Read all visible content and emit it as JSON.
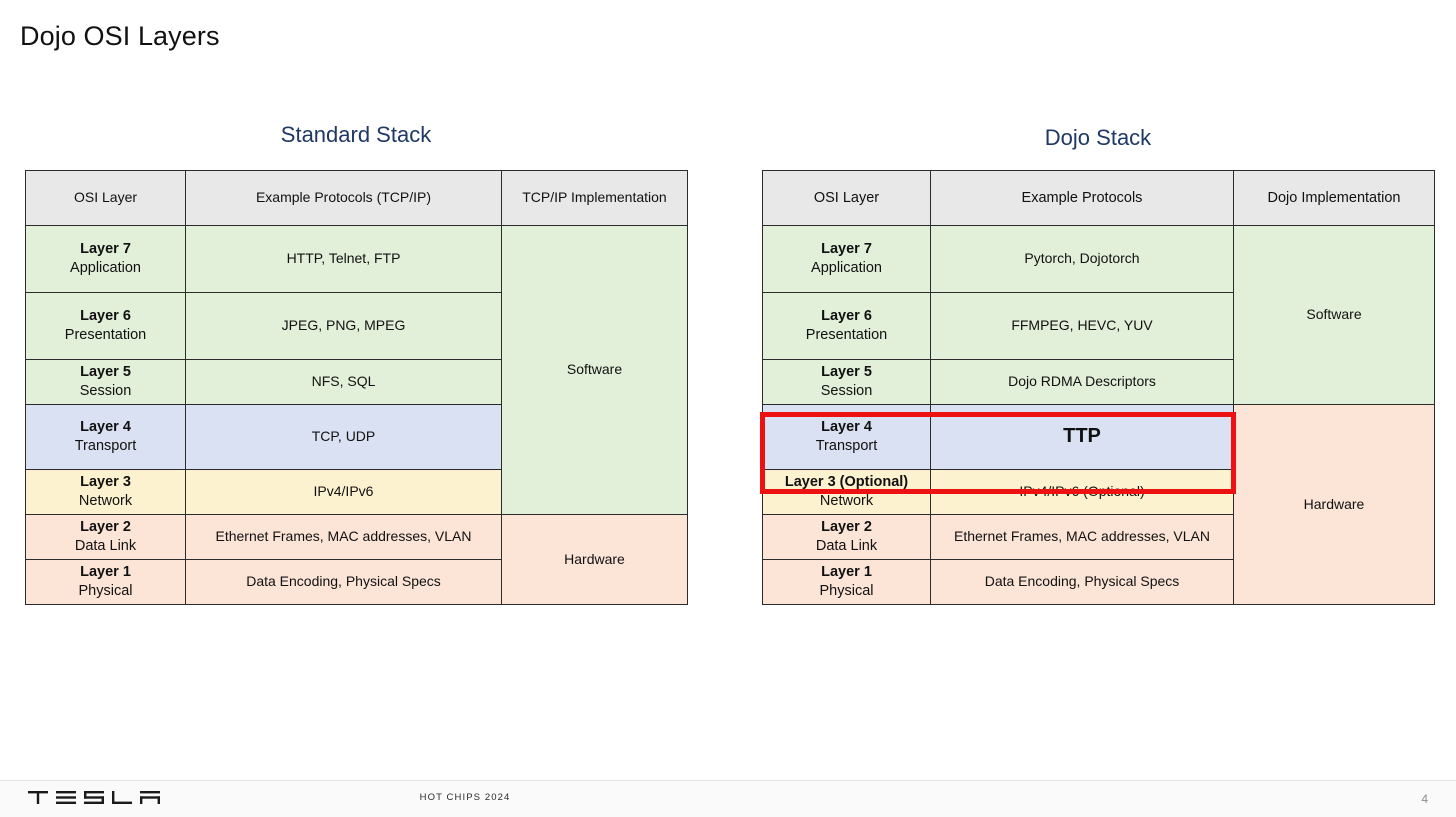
{
  "slide": {
    "title": "Dojo OSI Layers",
    "page_number": "4"
  },
  "colors": {
    "accent_red": "#ee1111",
    "title_navy": "#1f3864",
    "fill_green": "#e2efd9",
    "fill_blue": "#d9e1f2",
    "fill_yellow": "#fdf2cf",
    "fill_peach": "#fce4d6",
    "header_gray": "#e8e8e8"
  },
  "standard_stack": {
    "title": "Standard Stack",
    "headers": [
      "OSI Layer",
      "Example Protocols (TCP/IP)",
      "TCP/IP Implementation"
    ],
    "rows": [
      {
        "layer_num": "Layer 7",
        "layer_name": "Application",
        "protocols": "HTTP, Telnet, FTP"
      },
      {
        "layer_num": "Layer 6",
        "layer_name": "Presentation",
        "protocols": "JPEG, PNG, MPEG"
      },
      {
        "layer_num": "Layer 5",
        "layer_name": "Session",
        "protocols": "NFS, SQL"
      },
      {
        "layer_num": "Layer 4",
        "layer_name": "Transport",
        "protocols": "TCP, UDP"
      },
      {
        "layer_num": "Layer 3",
        "layer_name": "Network",
        "protocols": "IPv4/IPv6"
      },
      {
        "layer_num": "Layer 2",
        "layer_name": "Data Link",
        "protocols": "Ethernet Frames, MAC addresses, VLAN"
      },
      {
        "layer_num": "Layer 1",
        "layer_name": "Physical",
        "protocols": "Data Encoding, Physical Specs"
      }
    ],
    "implementation": {
      "software": "Software",
      "hardware": "Hardware"
    }
  },
  "dojo_stack": {
    "title": "Dojo Stack",
    "headers": [
      "OSI Layer",
      "Example Protocols",
      "Dojo Implementation"
    ],
    "rows": [
      {
        "layer_num": "Layer 7",
        "layer_name": "Application",
        "protocols": "Pytorch, Dojotorch"
      },
      {
        "layer_num": "Layer 6",
        "layer_name": "Presentation",
        "protocols": "FFMPEG, HEVC, YUV"
      },
      {
        "layer_num": "Layer 5",
        "layer_name": "Session",
        "protocols": "Dojo RDMA Descriptors"
      },
      {
        "layer_num": "Layer 4",
        "layer_name": "Transport",
        "protocols": "TTP"
      },
      {
        "layer_num": "Layer 3 (Optional)",
        "layer_name": "Network",
        "protocols": "IPv4/IPv6 (Optional)"
      },
      {
        "layer_num": "Layer 2",
        "layer_name": "Data Link",
        "protocols": "Ethernet Frames, MAC addresses, VLAN"
      },
      {
        "layer_num": "Layer 1",
        "layer_name": "Physical",
        "protocols": "Data Encoding, Physical Specs"
      }
    ],
    "implementation": {
      "software": "Software",
      "hardware": "Hardware"
    }
  },
  "footer": {
    "brand": "TESLA",
    "event": "HOT CHIPS 2024",
    "page": "4"
  }
}
